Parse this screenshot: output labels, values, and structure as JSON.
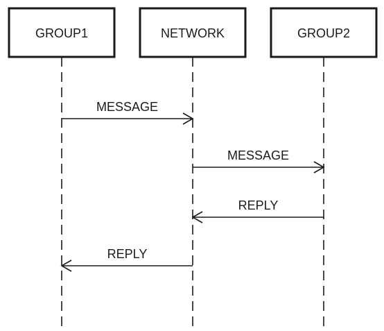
{
  "colors": {
    "line": "#1a1a1a",
    "background": "#ffffff"
  },
  "participants": [
    {
      "id": "group1",
      "label": "GROUP1"
    },
    {
      "id": "network",
      "label": "NETWORK"
    },
    {
      "id": "group2",
      "label": "GROUP2"
    }
  ],
  "messages": [
    {
      "from": "group1",
      "to": "network",
      "label": "MESSAGE"
    },
    {
      "from": "network",
      "to": "group2",
      "label": "MESSAGE"
    },
    {
      "from": "group2",
      "to": "network",
      "label": "REPLY"
    },
    {
      "from": "network",
      "to": "group1",
      "label": "REPLY"
    }
  ]
}
